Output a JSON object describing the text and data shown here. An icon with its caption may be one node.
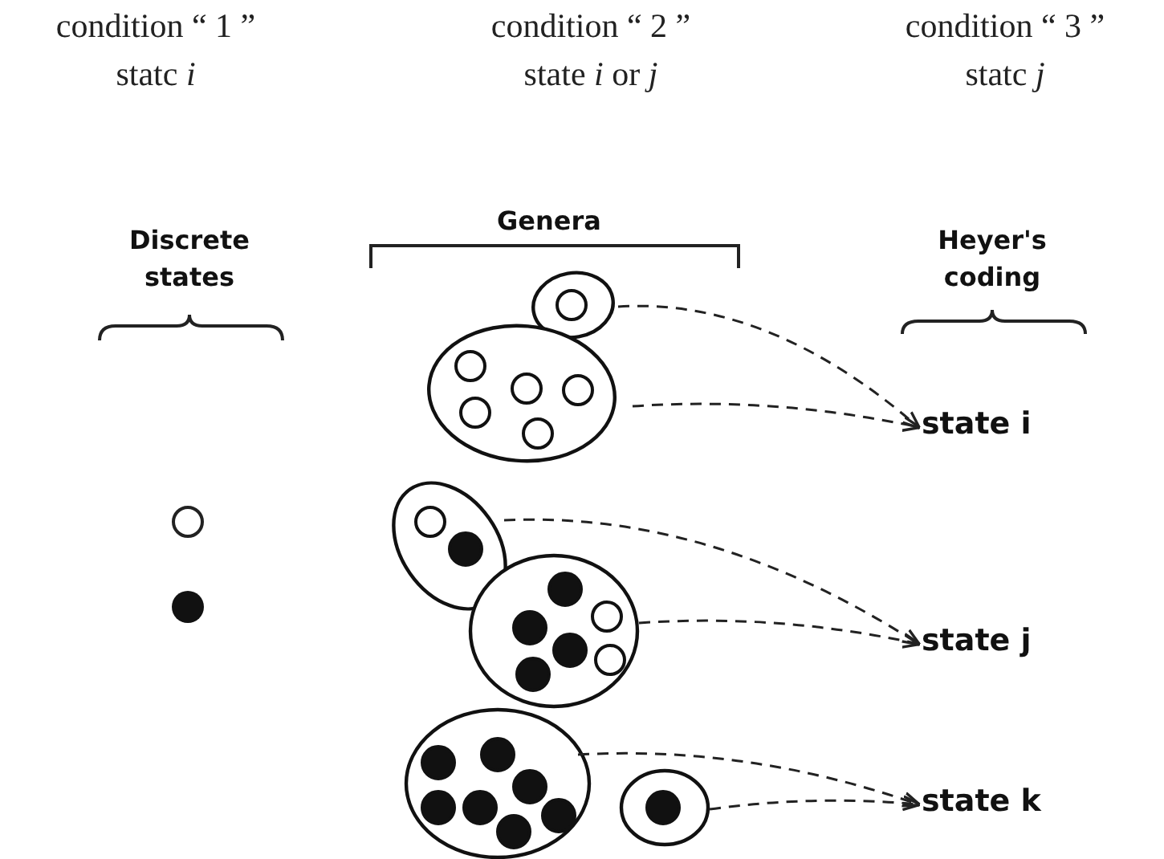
{
  "diagram": {
    "nodes": [
      {
        "text": [],
        "shape": "ellipse"
      },
      {
        "text": [],
        "shape": "ellipse"
      },
      {
        "text": [
          "state i"
        ]
      },
      {
        "text": [],
        "shape": "ellipse"
      },
      {
        "text": [],
        "shape": "ellipse"
      },
      {
        "text": [
          "state j"
        ]
      },
      {
        "text": [],
        "shape": "ellipse"
      },
      {
        "text": [],
        "shape": "ellipse"
      },
      {
        "text": [
          "state k"
        ]
      }
    ],
    "edges": [
      {
        "from": 0,
        "to": 2,
        "arrow": "to",
        "style": "dashed"
      },
      {
        "from": 1,
        "to": 2,
        "arrow": "to",
        "style": "dashed"
      },
      {
        "from": 3,
        "to": 5,
        "arrow": "to",
        "style": "dashed"
      },
      {
        "from": 4,
        "to": 5,
        "arrow": "to",
        "style": "dashed"
      },
      {
        "from": 6,
        "to": 8,
        "arrow": "to",
        "style": "dashed"
      },
      {
        "from": 7,
        "to": 8,
        "arrow": "to",
        "style": "dashed"
      }
    ],
    "labels": [
      "condition “ 1 ”",
      "statc *i*",
      "condition “ 2 ”",
      "state *i* or *j*",
      "condition “ 3 ”",
      "statc *j*",
      "Discrete states",
      "Genera",
      "Heyer's coding"
    ]
  }
}
